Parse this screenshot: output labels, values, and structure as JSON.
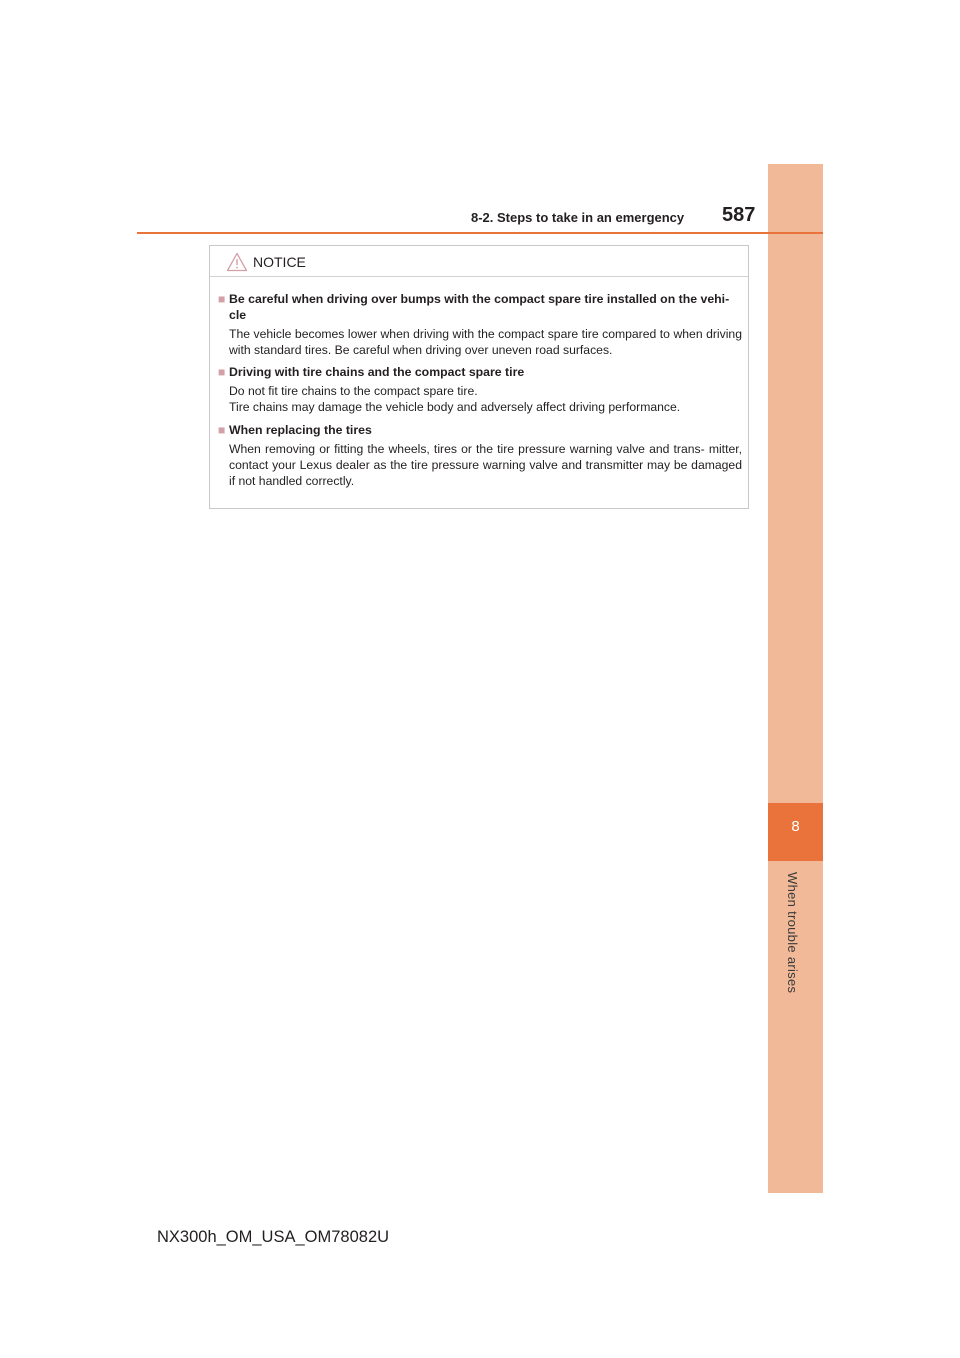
{
  "header": {
    "section": "8-2. Steps to take in an emergency",
    "page_number": "587"
  },
  "side_tab": {
    "chapter_number": "8",
    "chapter_label": "When trouble arises"
  },
  "notice": {
    "title": "NOTICE",
    "icon": "warning-triangle-icon",
    "items": [
      {
        "heading": "Be careful when driving over bumps with the compact spare tire installed on the vehi- cle",
        "body": [
          "The vehicle becomes lower when driving with the compact spare tire compared to when driving with standard tires. Be careful when driving over uneven road surfaces."
        ]
      },
      {
        "heading": "Driving with tire chains and the compact spare tire",
        "body": [
          "Do not fit tire chains to the compact spare tire.",
          "Tire chains may damage the vehicle body and adversely affect driving performance."
        ]
      },
      {
        "heading": "When replacing the tires",
        "body": [
          "When removing or fitting the wheels, tires or the tire pressure warning valve and trans- mitter, contact your Lexus dealer as the tire pressure warning valve and transmitter may be damaged if not handled correctly."
        ]
      }
    ]
  },
  "footer": {
    "code": "NX300h_OM_USA_OM78082U"
  },
  "colors": {
    "accent_orange": "#e9733a",
    "side_strip_peach": "#f2b998",
    "bullet_pink": "#d4a0a8"
  }
}
